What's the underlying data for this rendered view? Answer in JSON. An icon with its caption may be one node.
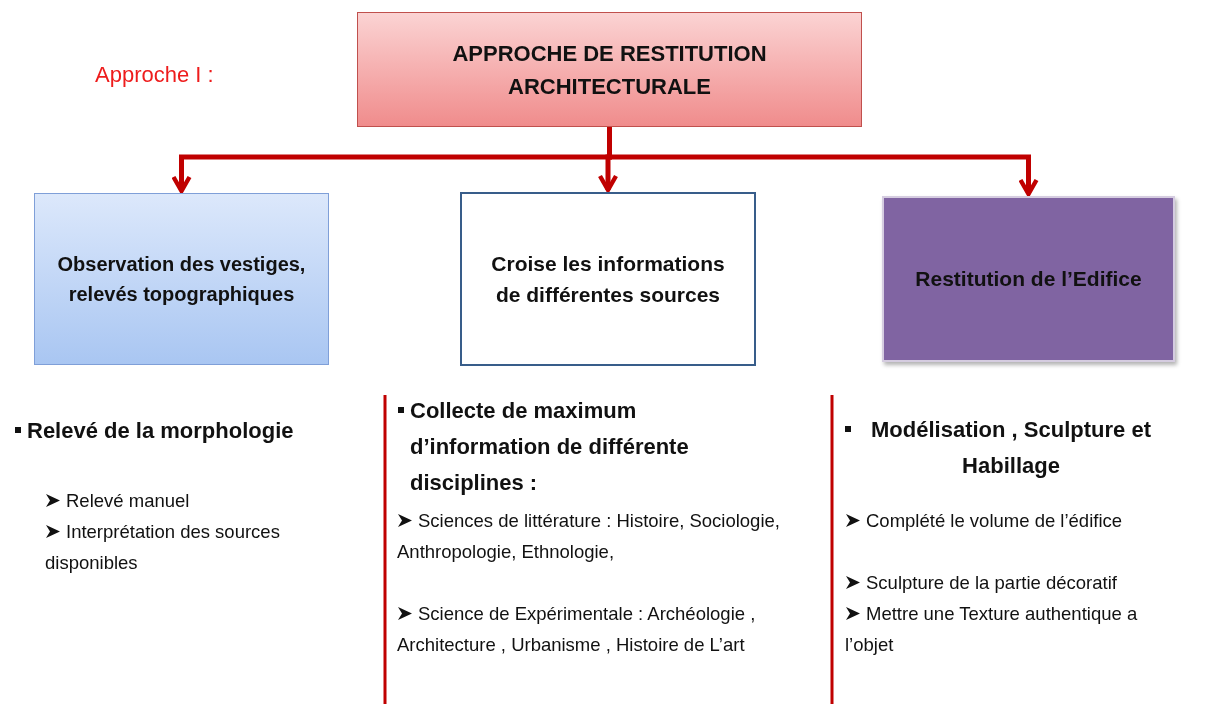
{
  "diagram": {
    "nodes": [
      {
        "text": [
          "APPROCHE DE RESTITUTION ARCHITECTURALE"
        ]
      },
      {
        "text": [
          "Observation des vestiges, relevés topographiques"
        ]
      },
      {
        "text": [
          "Croise les informations de différentes sources"
        ]
      },
      {
        "text": [
          "Restitution de l’Edifice"
        ]
      }
    ],
    "edges": [
      {
        "from": 0,
        "to": 1,
        "arrow": "to"
      },
      {
        "from": 0,
        "to": 2,
        "arrow": "to"
      },
      {
        "from": 0,
        "to": 3,
        "arrow": "to"
      }
    ],
    "labels": [
      "Approche I :",
      "Relevé de la morphologie",
      "Relevé manuel",
      "Interprétation des sources disponibles",
      "Collecte de maximum d’information de différente disciplines :",
      "Sciences de littérature : Histoire, Sociologie, Anthropologie, Ethnologie,",
      "Science de Expérimentale : Archéologie , Architecture , Urbanisme , Histoire de L’art",
      "Modélisation , Sculpture et Habillage",
      "Complété le volume de l’édifice",
      "Sculpture de la partie décoratif",
      "Mettre une Texture authentique a l’objet"
    ]
  }
}
